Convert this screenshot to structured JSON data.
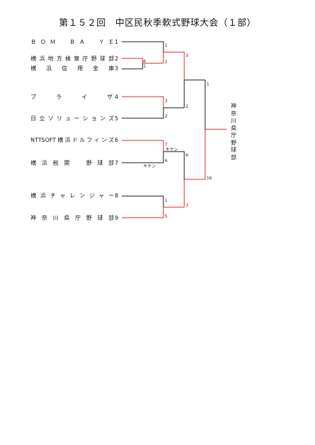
{
  "title": "第１５２回　中区民秋季軟式野球大会（１部）",
  "teams": [
    {
      "seed": "1",
      "name": "ＢＯＭ　ＢＡ　ＹＥ"
    },
    {
      "seed": "2",
      "name": "横浜地方検察庁野球部"
    },
    {
      "seed": "3",
      "name": "横浜信用金庫"
    },
    {
      "seed": "4",
      "name": "ブライザ"
    },
    {
      "seed": "5",
      "name": "日立ソリューションズ"
    },
    {
      "seed": "6",
      "name": "NTTSOFT横浜ドルフィンズ"
    },
    {
      "seed": "7",
      "name": "横浜税関　野球部"
    },
    {
      "seed": "8",
      "name": "横浜チャレンジャー"
    },
    {
      "seed": "9",
      "name": "神奈川県庁野球部"
    }
  ],
  "scores": {
    "r1_top": "6",
    "r1_bot": "1",
    "r2a_top": "1",
    "r2a_bot": "2",
    "r2b_top": "3",
    "r2b_bot": "2",
    "r2c_top": "7",
    "r2c_bot": "6",
    "r2d_top": "1",
    "r2d_bot": "5",
    "sf1_top": "3",
    "sf1_bot": "2",
    "sf2_top": "6",
    "sf2_bot": "7",
    "f_top": "1",
    "f_bot": "16"
  },
  "notes": {
    "kiken_top": "キケン",
    "kiken_bot": "キケン"
  },
  "champion": "神奈川県庁野球部",
  "colors": {
    "win": "#e02020",
    "lose": "#111111"
  }
}
